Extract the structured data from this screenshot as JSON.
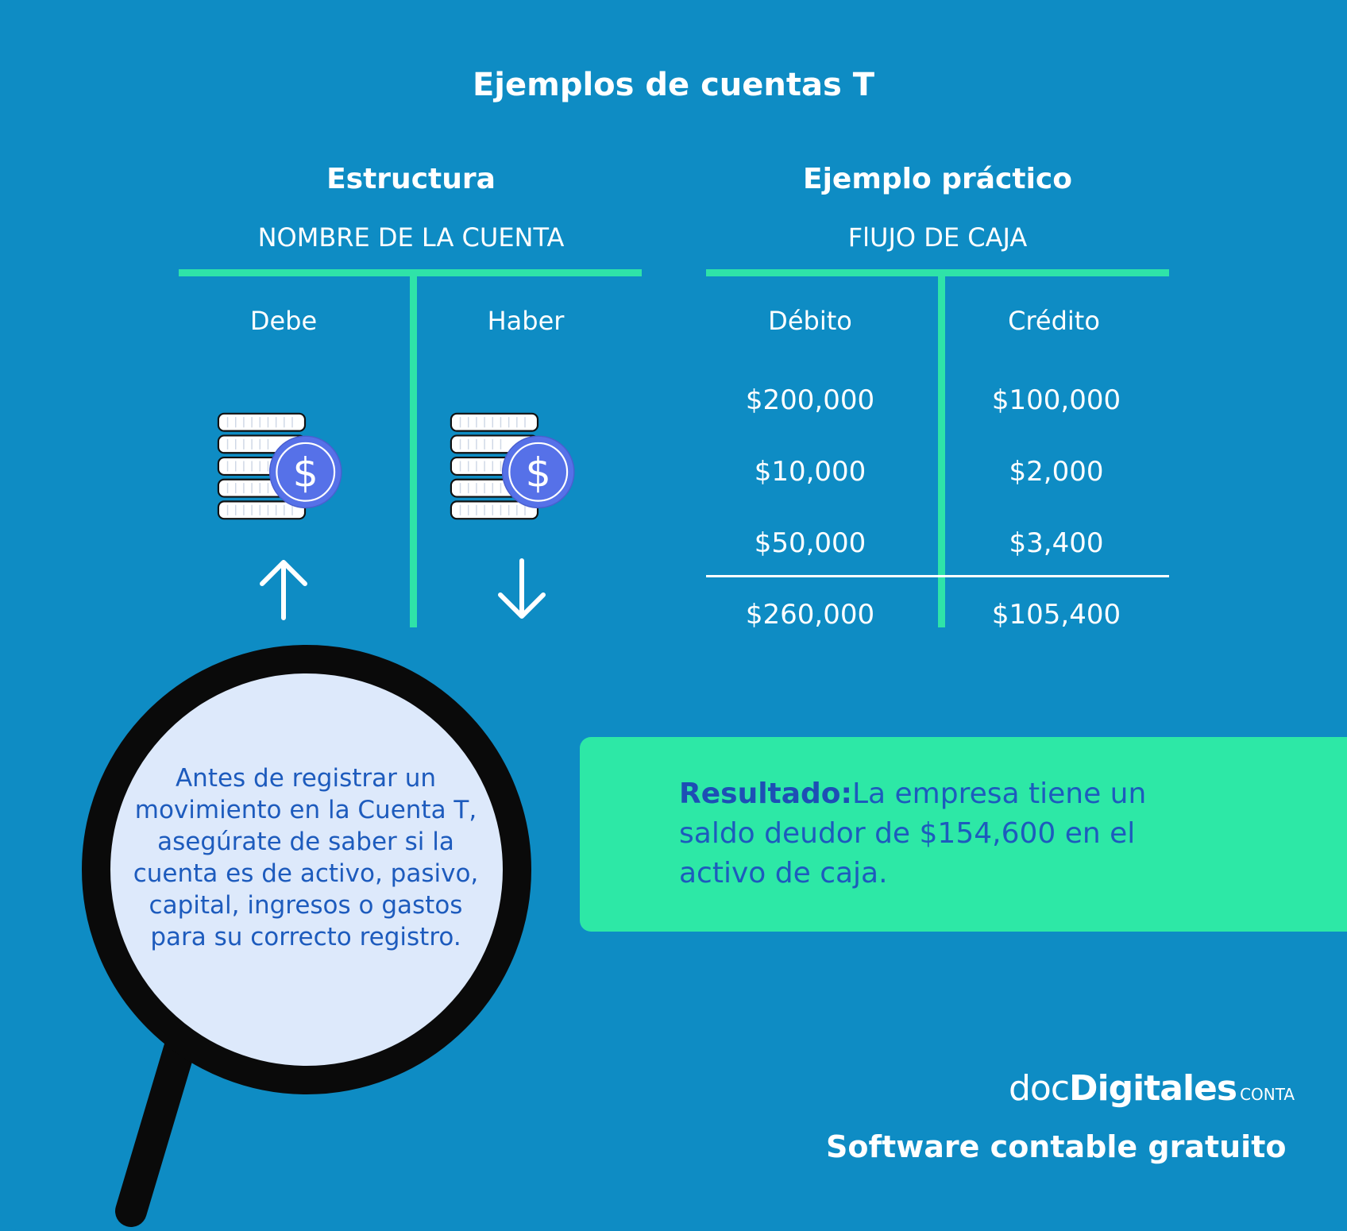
{
  "title": "Ejemplos de cuentas T",
  "estructura": {
    "heading": "Estructura",
    "account_name": "NOMBRE DE LA CUENTA",
    "left_col": "Debe",
    "right_col": "Haber",
    "left_icon": "coin-stack-dollar-icon",
    "right_icon": "coin-stack-dollar-icon",
    "left_arrow": "arrow-up-icon",
    "right_arrow": "arrow-down-icon"
  },
  "ejemplo": {
    "heading": "Ejemplo práctico",
    "account_name": "FlUJO DE CAJA",
    "left_col": "Débito",
    "right_col": "Crédito",
    "rows": [
      {
        "debit": "$200,000",
        "credit": "$100,000"
      },
      {
        "debit": "$10,000",
        "credit": "$2,000"
      },
      {
        "debit": "$50,000",
        "credit": "$3,400"
      }
    ],
    "total": {
      "debit": "$260,000",
      "credit": "$105,400"
    }
  },
  "lens": {
    "text": "Antes de registrar un movimiento en la Cuenta T, asegúrate de saber si la cuenta es de activo, pasivo, capital, ingresos o gastos para su correcto registro.",
    "icon": "magnifying-glass-icon"
  },
  "result": {
    "label": "Resultado:",
    "text": "La empresa tiene un saldo deudor de $154,600 en el activo de caja."
  },
  "brand": {
    "logo_doc": "doc",
    "logo_digitales": "Digitales",
    "logo_conta": "CONTA",
    "tagline": "Software contable gratuito"
  },
  "colors": {
    "background": "#0e8cc4",
    "accent_green": "#2fe3a8",
    "coin_blue": "#5671e8",
    "text_blue": "#1d5bbd",
    "lens_fill": "#dde9fb"
  }
}
